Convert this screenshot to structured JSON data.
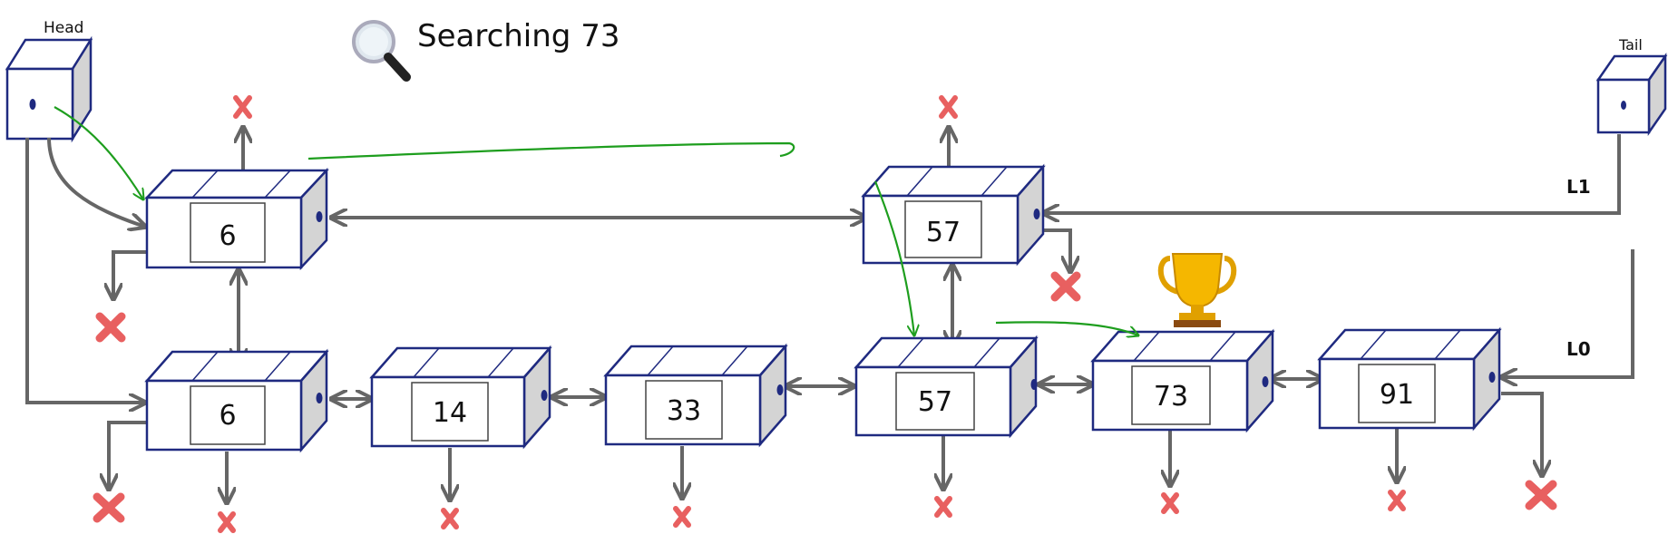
{
  "search": {
    "label": "Searching 73"
  },
  "head": {
    "label": "Head"
  },
  "tail": {
    "label": "Tail"
  },
  "levels": {
    "l1": "L1",
    "l0": "L0"
  },
  "nodes": {
    "l1": [
      "6",
      "57"
    ],
    "l0": [
      "6",
      "14",
      "33",
      "57",
      "73",
      "91"
    ]
  },
  "colors": {
    "node_border": "#1f2a80",
    "arrow": "#666666",
    "search_path": "#1e9e1e",
    "null_marker": "#e86060"
  },
  "icons": {
    "search": "magnifier-icon",
    "found": "trophy-icon",
    "null": "cross-icon"
  }
}
